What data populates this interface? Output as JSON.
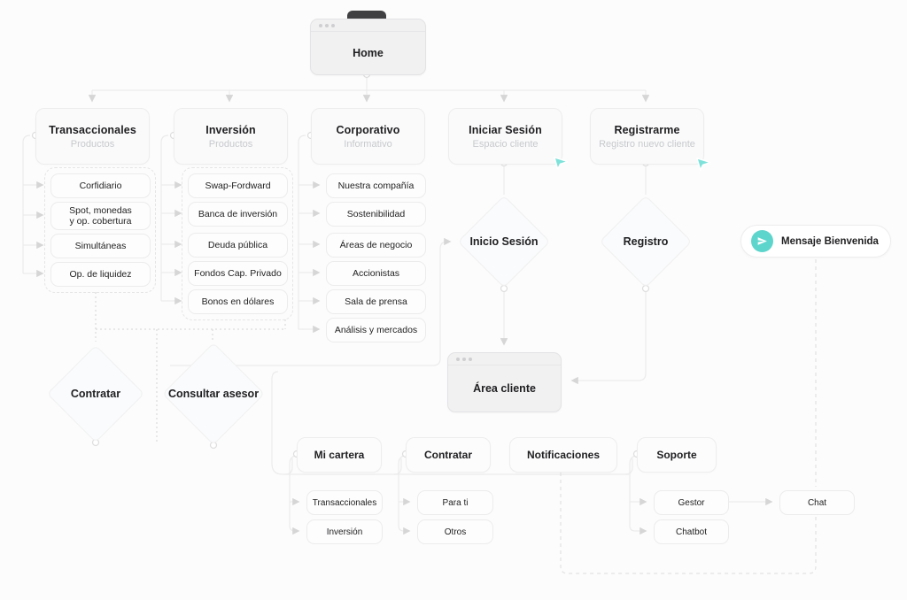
{
  "home": {
    "title": "Home"
  },
  "sections": [
    {
      "title": "Transaccionales",
      "subtitle": "Productos",
      "children": [
        "Corfidiario",
        "Spot, monedas\ny op. cobertura",
        "Simultáneas",
        "Op. de liquidez"
      ]
    },
    {
      "title": "Inversión",
      "subtitle": "Productos",
      "children": [
        "Swap-Fordward",
        "Banca de inversión",
        "Deuda pública",
        "Fondos Cap. Privado",
        "Bonos en dólares"
      ]
    },
    {
      "title": "Corporativo",
      "subtitle": "Informativo",
      "children": [
        "Nuestra compañía",
        "Sostenibilidad",
        "Áreas de negocio",
        "Accionistas",
        "Sala de prensa",
        "Análisis y mercados"
      ]
    },
    {
      "title": "Iniciar Sesión",
      "subtitle": "Espacio cliente"
    },
    {
      "title": "Registrarme",
      "subtitle": "Registro nuevo cliente"
    }
  ],
  "diamonds": {
    "inicio_sesion": "Inicio Sesión",
    "registro": "Registro",
    "contratar": "Contratar",
    "consultar_asesor": "Consultar asesor"
  },
  "welcome": {
    "label": "Mensaje Bienvenida",
    "icon": "send-icon",
    "icon_color": "#5ed5cc"
  },
  "area_cliente": {
    "title": "Área cliente"
  },
  "bottom_sections": [
    {
      "title": "Mi cartera",
      "children": [
        "Transaccionales",
        "Inversión"
      ]
    },
    {
      "title": "Contratar",
      "children": [
        "Para ti",
        "Otros"
      ]
    },
    {
      "title": "Notificaciones",
      "children": []
    },
    {
      "title": "Soporte",
      "children": [
        "Gestor",
        "Chatbot"
      ]
    }
  ],
  "chat": {
    "label": "Chat"
  },
  "colors": {
    "cursor_teal": "#7ee2da",
    "accent_teal": "#5ed5cc"
  }
}
